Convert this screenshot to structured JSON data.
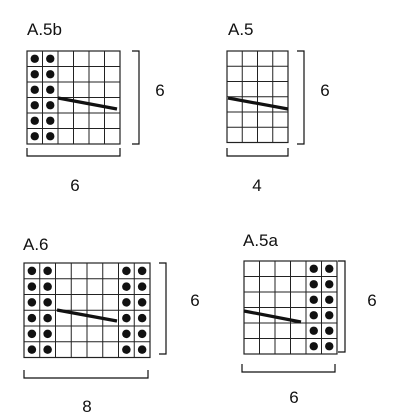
{
  "charts": [
    {
      "title": "A.5b",
      "cols": 6,
      "rows": 6,
      "width_label": "6",
      "height_label": "6",
      "dot_columns": [
        0,
        1
      ],
      "has_slash": true
    },
    {
      "title": "A.5",
      "cols": 4,
      "rows": 6,
      "width_label": "4",
      "height_label": "6",
      "dot_columns": [],
      "has_slash": true
    },
    {
      "title": "A.6",
      "cols": 8,
      "rows": 6,
      "width_label": "8",
      "height_label": "6",
      "dot_columns": [
        0,
        1,
        6,
        7
      ],
      "has_slash": true
    },
    {
      "title": "A.5a",
      "cols": 6,
      "rows": 6,
      "width_label": "6",
      "height_label": "6",
      "dot_columns": [
        4,
        5
      ],
      "has_slash": true
    }
  ],
  "colors": {
    "ink": "#111111",
    "grid": "#222222",
    "background": "#ffffff"
  },
  "symbols": {
    "dot": "purl-dot-symbol",
    "line": "slanted-stitch-line-symbol"
  }
}
